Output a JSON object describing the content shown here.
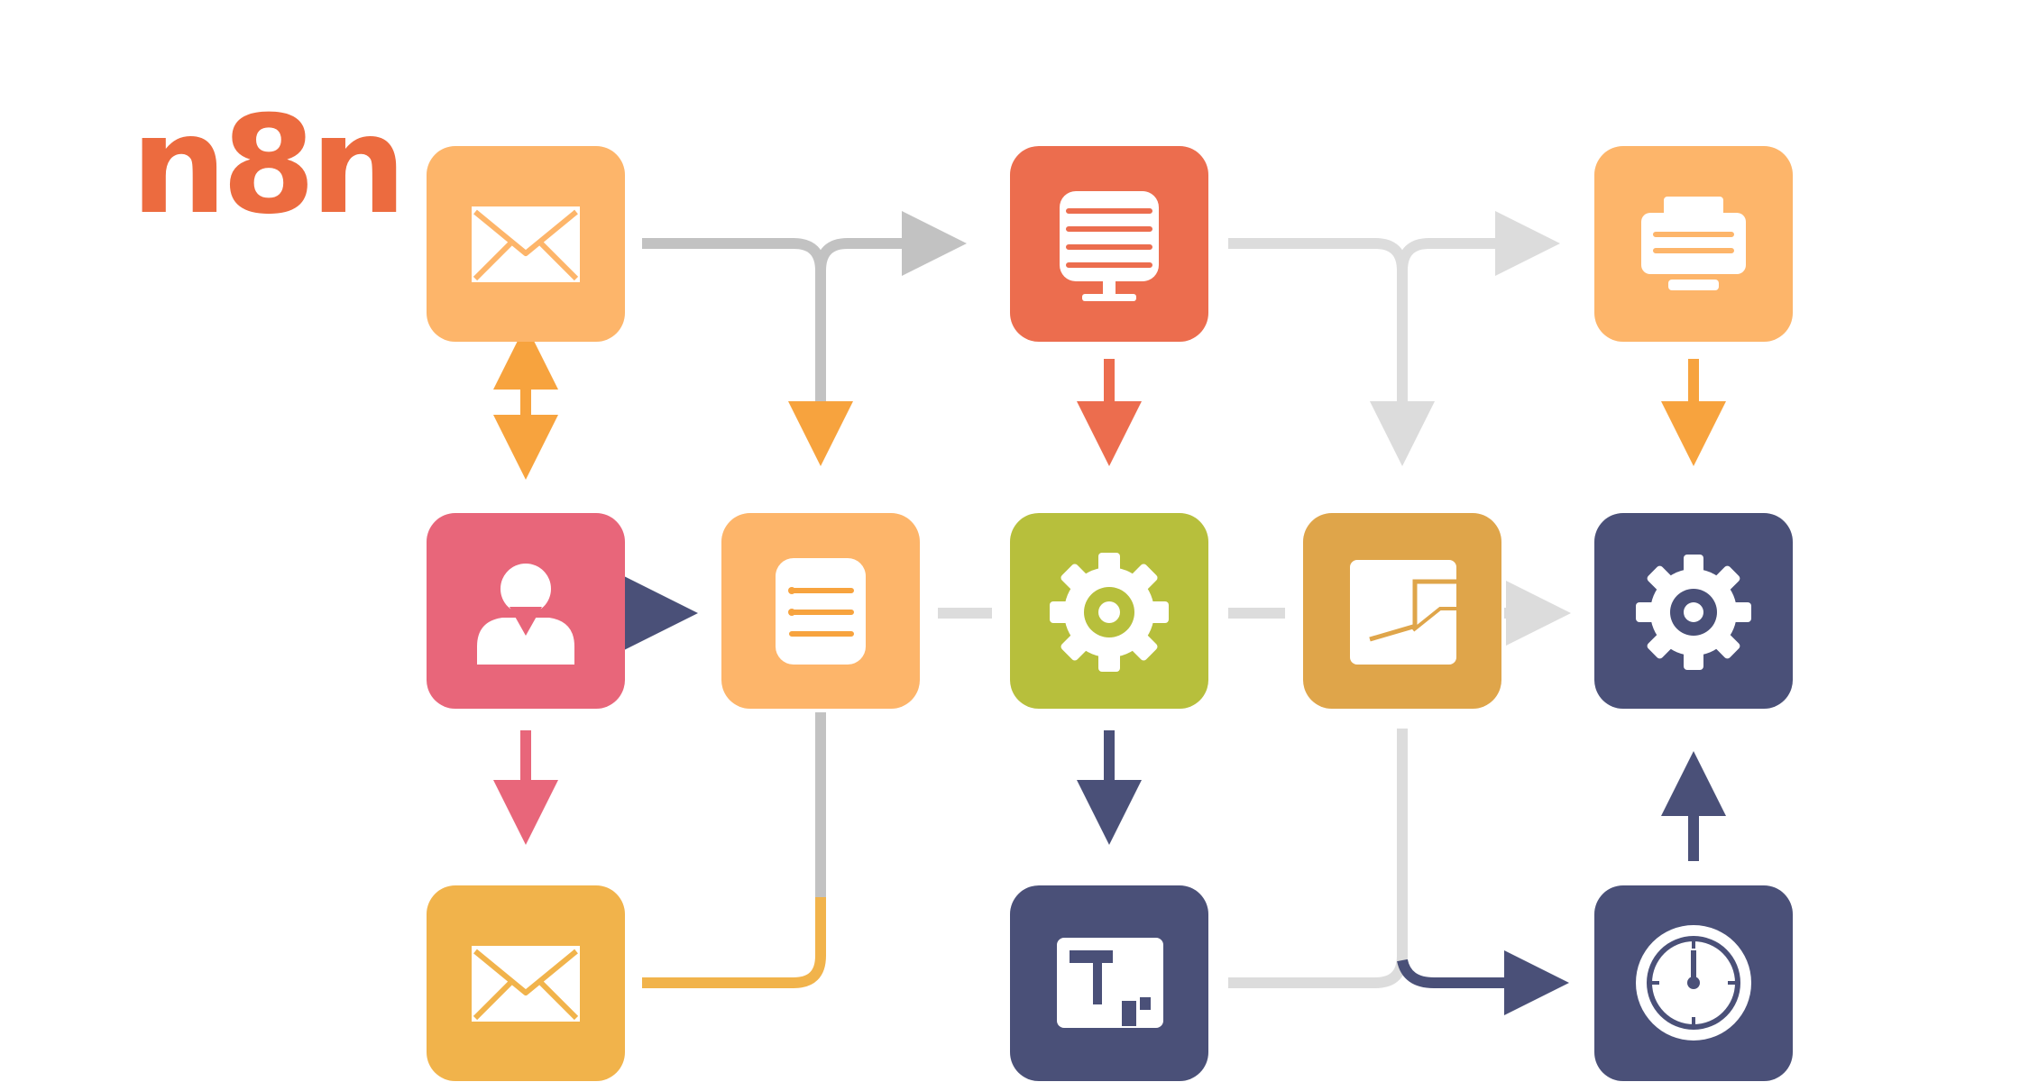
{
  "logo": {
    "text": "n8n",
    "color": "#ec6b3f"
  },
  "palette": {
    "light_orange": "#fdb56a",
    "coral": "#ec6d4e",
    "pink_red": "#e8667a",
    "olive_green": "#b7bf3c",
    "mustard": "#dfa54a",
    "navy": "#4a5078",
    "amber": "#f1b34b",
    "connector_gray": "#c2c2c2",
    "connector_light_gray": "#dcdcdc",
    "connector_orange": "#f7a33e",
    "connector_coral": "#ec6d4e",
    "connector_pink": "#e8667a",
    "connector_navy": "#4a5078",
    "connector_amber": "#f1b34b"
  },
  "nodes": [
    {
      "id": "email-trigger",
      "icon": "envelope-icon",
      "color": "light_orange"
    },
    {
      "id": "database",
      "icon": "database-icon",
      "color": "coral"
    },
    {
      "id": "printer",
      "icon": "printer-icon",
      "color": "light_orange"
    },
    {
      "id": "user",
      "icon": "user-icon",
      "color": "pink_red"
    },
    {
      "id": "document-list",
      "icon": "document-list-icon",
      "color": "light_orange"
    },
    {
      "id": "settings-green",
      "icon": "gear-icon",
      "color": "olive_green"
    },
    {
      "id": "folder",
      "icon": "folder-icon",
      "color": "mustard"
    },
    {
      "id": "settings-navy",
      "icon": "gear-icon",
      "color": "navy"
    },
    {
      "id": "email-send",
      "icon": "envelope-icon",
      "color": "amber"
    },
    {
      "id": "delivery",
      "icon": "box-icon",
      "color": "navy"
    },
    {
      "id": "schedule",
      "icon": "clock-icon",
      "color": "navy"
    }
  ]
}
